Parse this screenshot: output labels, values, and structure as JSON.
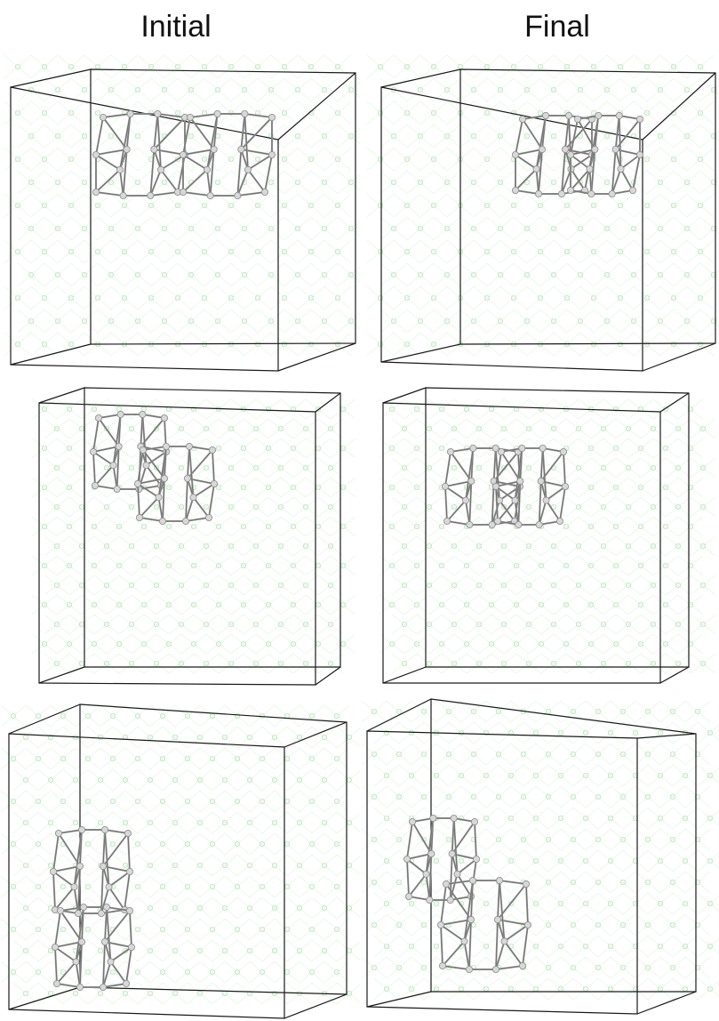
{
  "headers": {
    "initial": "Initial",
    "final": "Final"
  },
  "colors": {
    "box": "#1a1a1a",
    "lattice": "#7ed37e",
    "cluster_atom": "#d8d8d8",
    "cluster_bond": "#9a9a9a"
  },
  "panels": [
    {
      "row": "top",
      "column": "initial"
    },
    {
      "row": "top",
      "column": "final"
    },
    {
      "row": "middle",
      "column": "initial"
    },
    {
      "row": "middle",
      "column": "final"
    },
    {
      "row": "bottom",
      "column": "initial"
    },
    {
      "row": "bottom",
      "column": "final"
    }
  ]
}
